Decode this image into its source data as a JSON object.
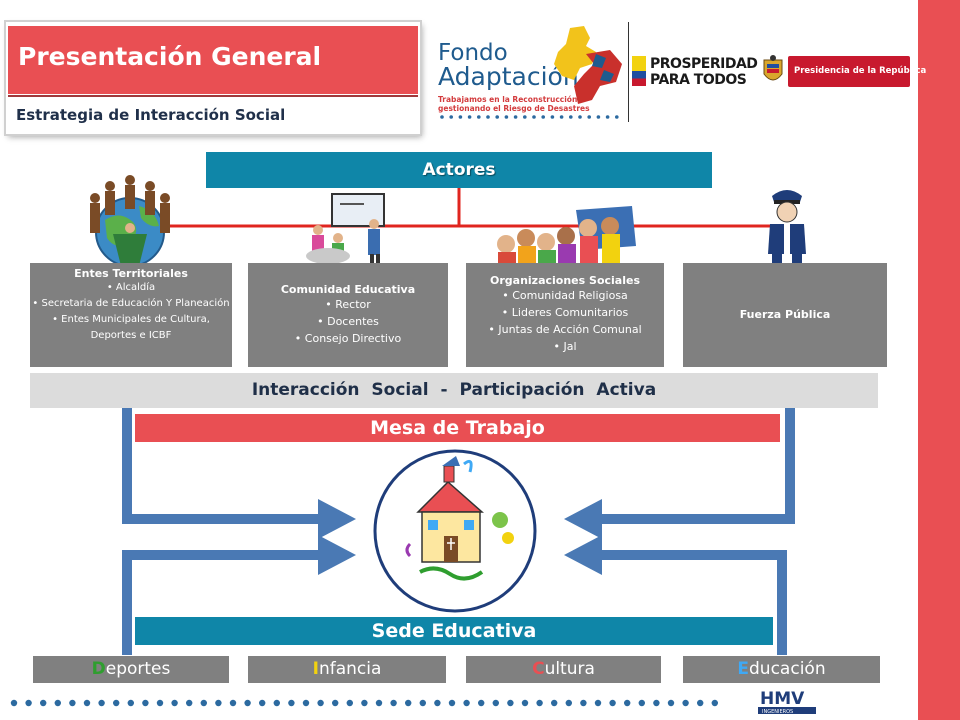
{
  "header": {
    "title": "Presentación General",
    "subtitle": "Estrategia de Interacción Social"
  },
  "logos": {
    "fondo_line1": "Fondo",
    "fondo_line2": "Adaptación",
    "fondo_tagline1": "Trabajamos en la Reconstrucción",
    "fondo_tagline2": "gestionando el Riesgo de Desastres",
    "prosperidad_line1": "PROSPERIDAD",
    "prosperidad_line2": "PARA TODOS",
    "presidencia": "Presidencia de la República",
    "hmv_main": "HMV",
    "hmv_sub": "INGENIEROS"
  },
  "actores": {
    "title": "Actores",
    "groups": [
      {
        "title": "Entes Territoriales",
        "items": [
          "Alcaldía",
          "Secretaria de Educación Y Planeación",
          "Entes Municipales de Cultura, Deportes e ICBF"
        ]
      },
      {
        "title": "Comunidad Educativa",
        "items": [
          "Rector",
          "Docentes",
          "Consejo Directivo"
        ]
      },
      {
        "title": "Organizaciones Sociales",
        "items": [
          "Comunidad Religiosa",
          "Lideres Comunitarios",
          "Juntas de Acción Comunal",
          "Jal"
        ]
      },
      {
        "title": "Fuerza Pública",
        "items": []
      }
    ]
  },
  "interaccion": {
    "left": "Interacción  Social",
    "separator": "-",
    "right": "Participación  Activa"
  },
  "mesa_label": "Mesa  de  Trabajo",
  "sede_label": "Sede  Educativa",
  "categories": [
    {
      "initial": "D",
      "rest": "eportes",
      "initial_color": "#2f9e2f"
    },
    {
      "initial": "I",
      "rest": "nfancia",
      "initial_color": "#f2d20f"
    },
    {
      "initial": "C",
      "rest": "ultura",
      "initial_color": "#e94f53"
    },
    {
      "initial": "E",
      "rest": "ducación",
      "initial_color": "#3fa9f5"
    }
  ],
  "colors": {
    "accent_red": "#e94f53",
    "accent_blue": "#0f86a8",
    "box_gray": "#808080",
    "arrow_blue": "#4a79b4"
  }
}
